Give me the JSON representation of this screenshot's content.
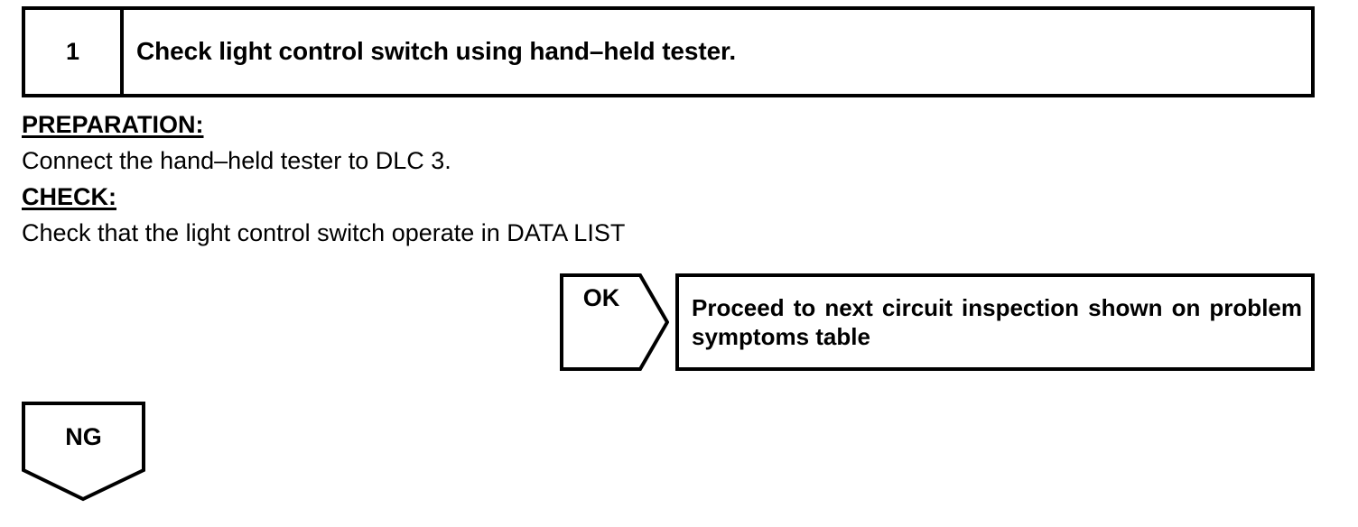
{
  "page": {
    "background_color": "#ffffff",
    "ink_color": "#000000"
  },
  "step": {
    "number": "1",
    "title": "Check light control switch using hand–held tester."
  },
  "body": {
    "preparation_heading": "PREPARATION:",
    "preparation_text": "Connect the hand–held tester to DLC 3.",
    "check_heading": "CHECK:",
    "check_text": "Check that the light control switch operate in DATA LIST"
  },
  "branches": {
    "ok": {
      "label": "OK",
      "result_text": "Proceed to next circuit inspection shown on problem symptoms table"
    },
    "ng": {
      "label": "NG"
    }
  }
}
